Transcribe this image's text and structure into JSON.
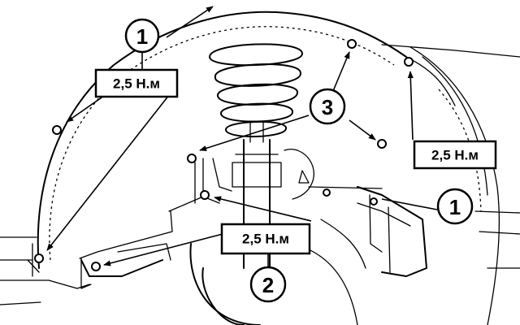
{
  "callouts": {
    "c1_top": "1",
    "c1_right": "1",
    "c2": "2",
    "c3": "3"
  },
  "torque": {
    "top_left": "2,5 Н.м",
    "right": "2,5 Н.м",
    "bottom": "2,5 Н.м"
  }
}
